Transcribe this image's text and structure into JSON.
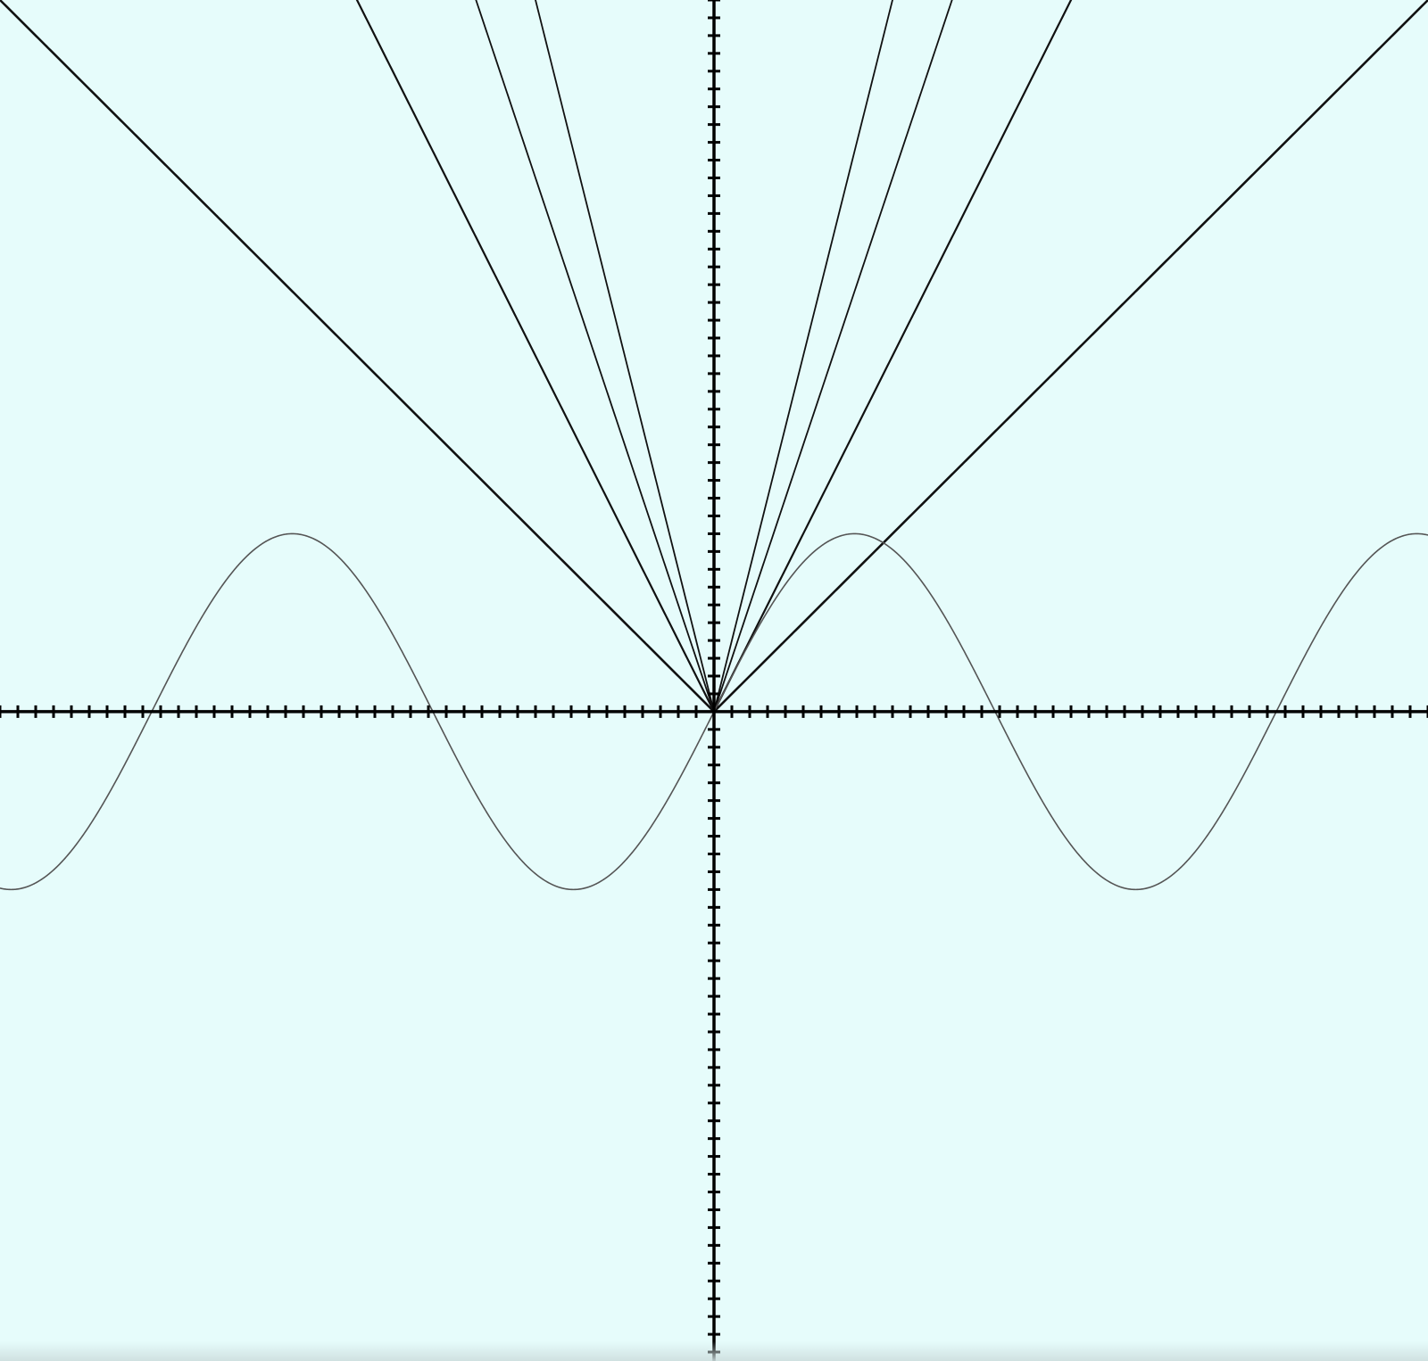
{
  "colors": {
    "background": "#e6fcfb",
    "axis": "#000000",
    "ray": "#111111",
    "wave": "#555555"
  },
  "chart_data": {
    "type": "line",
    "title": "",
    "xlabel": "",
    "ylabel": "",
    "grid": false,
    "axes_through_origin": true,
    "tick_labels": false,
    "xlim": [
      -40,
      40
    ],
    "ylim": [
      -36.5,
      40
    ],
    "tick_step": 1,
    "series": [
      {
        "kind": "absolute",
        "slope": 1.0
      },
      {
        "kind": "absolute",
        "slope": 2.0
      },
      {
        "kind": "absolute",
        "slope": 3.0
      },
      {
        "kind": "absolute",
        "slope": 4.0
      },
      {
        "kind": "sine",
        "amplitude": 10,
        "period": 31.5,
        "phase": 0
      }
    ]
  }
}
